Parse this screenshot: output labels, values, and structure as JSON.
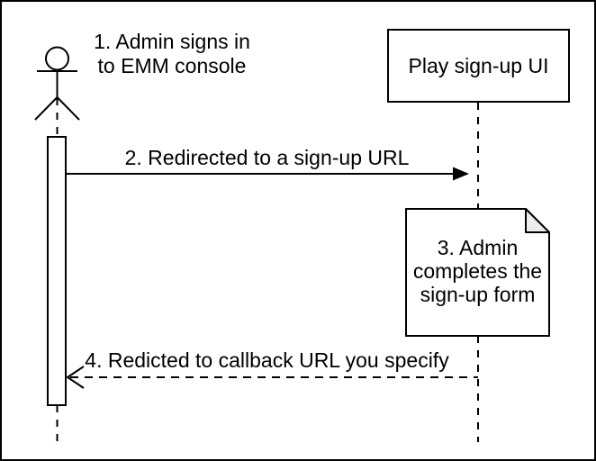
{
  "colors": {
    "stroke": "#000000",
    "shape_fill": "#ffffff",
    "note_fold_fill": "#ededed",
    "text": "#000000"
  },
  "participants": {
    "admin_actor": {
      "icon": "stick-figure-actor-icon"
    },
    "play_signup_ui": {
      "label": "Play sign-up UI"
    }
  },
  "messages": {
    "step1": {
      "lines": [
        "1. Admin signs in",
        "to EMM console"
      ]
    },
    "step2": {
      "label": "2. Redirected to a sign-up URL",
      "style": "solid-filled-arrow"
    },
    "step3": {
      "lines": [
        "3. Admin",
        "completes the",
        "sign-up form"
      ],
      "shape": "note-with-folded-corner"
    },
    "step4": {
      "label": "4. Redicted to callback URL you specify",
      "style": "dashed-open-arrow"
    }
  }
}
